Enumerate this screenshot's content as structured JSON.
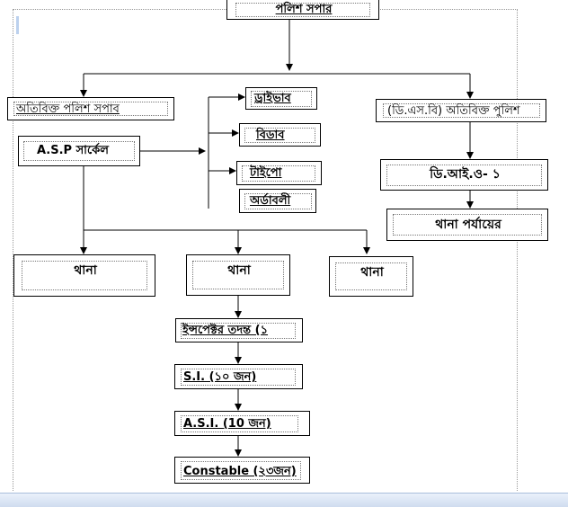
{
  "nodes": {
    "sp": "পলিশ সপার",
    "add_sp": "অতিবিক্ত পলিশ সপাব",
    "asp_circle": "A.S.P সার্কেল",
    "driver": "ড্রাইভাব",
    "bidar": "বিডাব",
    "typist": "টাইপো",
    "orderly": "অর্ডাবলী",
    "dsb_add_sp": "(ডি.এস.বি) অতিবিক্ত পুলিশ",
    "dio1": "ডি.আই.ও- ১",
    "thana_level": "থানা পর্যায়ের",
    "thana_left": "থানা",
    "thana_center": "থানা",
    "thana_right": "থানা",
    "inspector": "ইন্সপেক্টর তদন্ত (১",
    "si": "S.I. (১০ জন)",
    "asi": "A.S.I. (10 জন)",
    "constable": "Constable (২৩জন)"
  }
}
